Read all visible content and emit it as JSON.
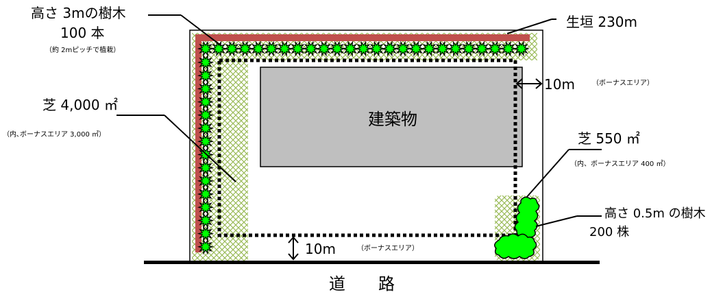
{
  "tall_trees": {
    "line1": "高さ 3mの樹木",
    "line2": "100 本",
    "note": "（約 2mピッチで植栽）"
  },
  "hedge": {
    "label": "生垣 230m"
  },
  "setback_right": {
    "value": "10m",
    "note": "（ボーナスエリア）"
  },
  "setback_bottom": {
    "value": "10m",
    "note": "（ボーナスエリア）"
  },
  "lawn_left": {
    "label": "芝 4,000 ㎡",
    "note": "（内､ボーナスエリア 3,000 ㎡）"
  },
  "lawn_right": {
    "label": "芝 550 ㎡",
    "note": "（内、ボーナスエリア 400 ㎡）"
  },
  "short_trees": {
    "line1": "高さ 0.5m の樹木",
    "line2": "200 株"
  },
  "building": {
    "label": "建築物"
  },
  "road": {
    "label": "道　　路"
  },
  "colors": {
    "hedge": "#c0504d",
    "tree_fill": "#00ff00",
    "tree_outline": "#000000",
    "lawn_hatch": "#9bbb59",
    "building_fill": "#bfbfbf",
    "dotted_line": "#000000"
  }
}
